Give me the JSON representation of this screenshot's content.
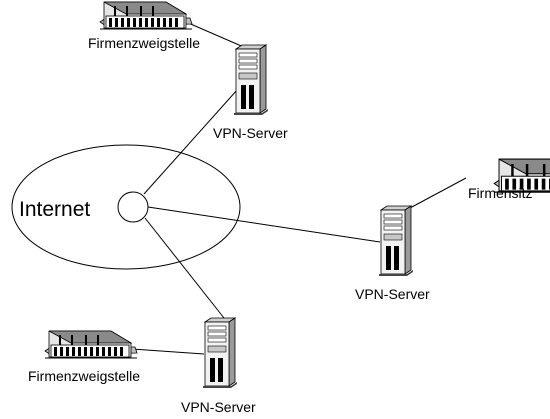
{
  "labels": {
    "internet": "Internet",
    "branch_top": "Firmenzweigstelle",
    "branch_bottom": "Firmenzweigstelle",
    "hq": "Firmensitz",
    "vpn_top": "VPN-Server",
    "vpn_right": "VPN-Server",
    "vpn_bottom": "VPN-Server"
  }
}
